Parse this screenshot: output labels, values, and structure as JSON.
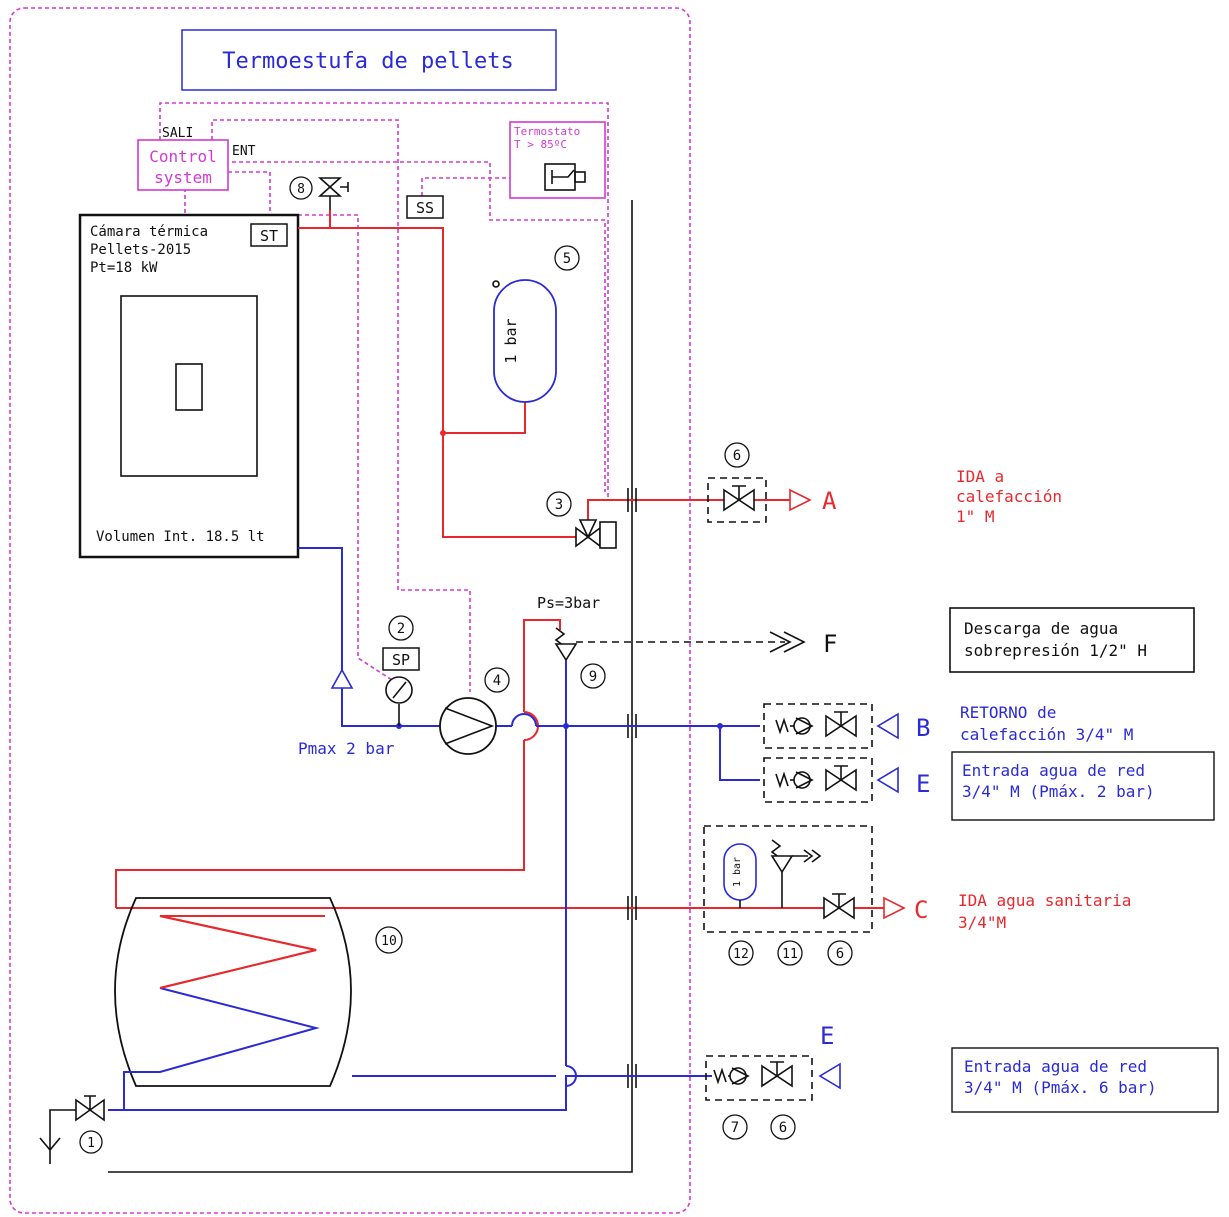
{
  "title": "Termoestufa de pellets",
  "control": {
    "line1": "Control",
    "line2": "system",
    "sali": "SALI",
    "ent": "ENT"
  },
  "termostato": {
    "line1": "Termostato",
    "line2": "T > 85ºC"
  },
  "chamber": {
    "line1": "Cámara térmica",
    "line2": "Pellets-2015",
    "line3": "Pt=18 kW",
    "volume": "Volumen Int. 18.5 lt"
  },
  "sensors": {
    "st": "ST",
    "ss": "SS",
    "sp": "SP"
  },
  "vessel_main": "1 bar",
  "vessel_small": "1 bar",
  "ps_label": "Ps=3bar",
  "pmax_label": "Pmax 2 bar",
  "numbers": {
    "n1": "1",
    "n2": "2",
    "n3": "3",
    "n4": "4",
    "n5": "5",
    "n6a": "6",
    "n6b": "6",
    "n6c": "6",
    "n7": "7",
    "n8": "8",
    "n9": "9",
    "n10": "10",
    "n11": "11",
    "n12": "12"
  },
  "connections": {
    "A": {
      "letter": "A",
      "line1": "IDA a",
      "line2": "calefacción",
      "line3": "1\" M"
    },
    "F": {
      "letter": "F",
      "line1": "Descarga de agua",
      "line2": "sobrepresión 1/2\" H"
    },
    "B": {
      "letter": "B",
      "line1": "RETORNO de",
      "line2": "calefacción 3/4\" M"
    },
    "E1": {
      "letter": "E",
      "line1": "Entrada agua de red",
      "line2": "3/4\" M (Pmáx. 2 bar)"
    },
    "C": {
      "letter": "C",
      "line1": "IDA agua sanitaria",
      "line2": "3/4\"M"
    },
    "E2": {
      "letter": "E",
      "line1": "Entrada agua de red",
      "line2": "3/4\" M (Pmáx. 6 bar)"
    }
  },
  "colors": {
    "hot_pipe": "#e8282d",
    "cold_pipe": "#2a2ad6",
    "control_wire": "#d23ad2",
    "outline": "#111111"
  }
}
